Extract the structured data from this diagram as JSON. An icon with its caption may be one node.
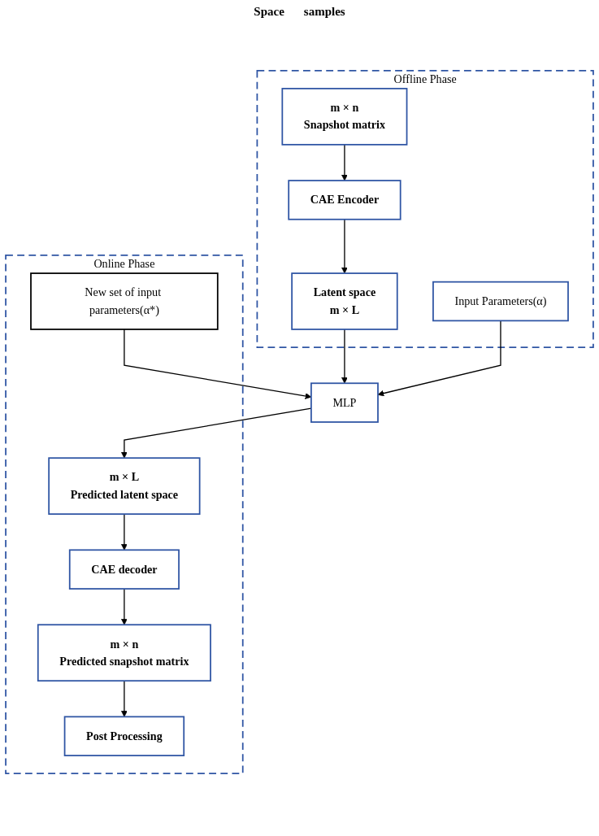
{
  "diagram": {
    "nodes": [
      {
        "text": [
          "Offline Phase"
        ]
      },
      {
        "text": [
          "m × n",
          "Snapshot matrix"
        ],
        "in": 0
      },
      {
        "text": [
          "CAE Encoder"
        ],
        "in": 0
      },
      {
        "text": [
          "Latent space",
          "m × L"
        ],
        "in": 0
      },
      {
        "text": [
          "Input Parameters(α)"
        ],
        "in": 0
      },
      {
        "text": [
          "MLP"
        ]
      },
      {
        "text": [
          "Online Phase"
        ]
      },
      {
        "text": [
          "New set of input parameters(α*)"
        ],
        "in": 6
      },
      {
        "text": [
          "m × L",
          "Predicted latent space"
        ],
        "in": 6
      },
      {
        "text": [
          "CAE decoder"
        ],
        "in": 6
      },
      {
        "text": [
          "m × n",
          "Predicted snapshot matrix"
        ],
        "in": 6
      },
      {
        "text": [
          "Post Processing"
        ],
        "in": 6
      }
    ],
    "edges": [
      {
        "from": 1,
        "to": 2,
        "arrow": "to"
      },
      {
        "from": 2,
        "to": 3,
        "arrow": "to"
      },
      {
        "from": 3,
        "to": 5,
        "arrow": "to"
      },
      {
        "from": 4,
        "to": 5,
        "arrow": "to"
      },
      {
        "from": 7,
        "to": 5,
        "arrow": "to"
      },
      {
        "from": 5,
        "to": 8,
        "arrow": "to"
      },
      {
        "from": 8,
        "to": 9,
        "arrow": "to"
      },
      {
        "from": 9,
        "to": 10,
        "arrow": "to"
      },
      {
        "from": 10,
        "to": 11,
        "arrow": "to"
      }
    ],
    "labels": [
      "Space",
      "samples"
    ]
  }
}
